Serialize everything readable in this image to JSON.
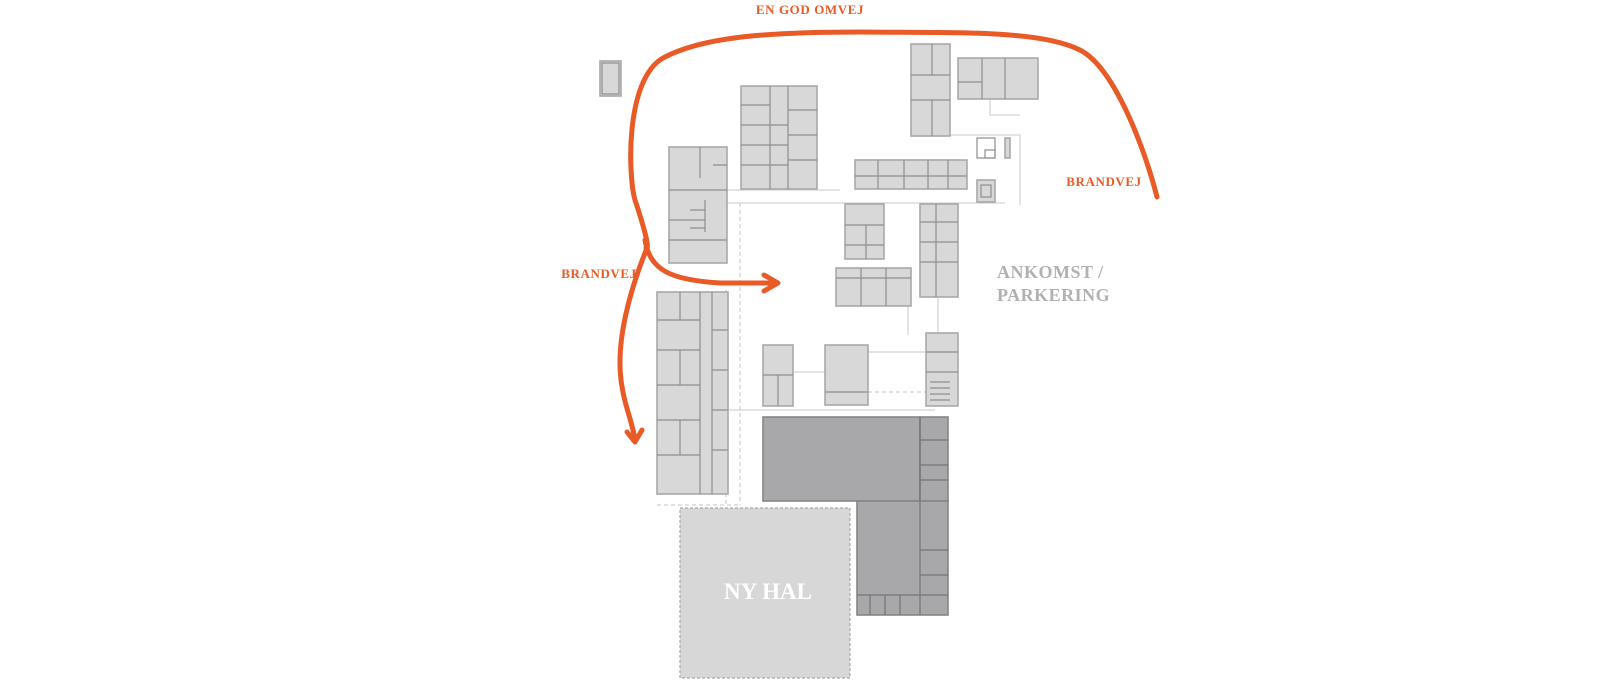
{
  "labels": {
    "en_god_omvej": "EN GOD OMVEJ",
    "brandvej_right": "BRANDVEJ",
    "brandvej_left": "BRANDVEJ",
    "ankomst": "ANKOMST /",
    "parkering": "PARKERING",
    "ny_hal": "NY HAL"
  },
  "colors": {
    "route": "#e85a26",
    "building": "#d8d8d9",
    "existing_hall": "#a8a8aa",
    "new_hall": "#d7d7d8",
    "label_grey": "#b1b1b3"
  }
}
